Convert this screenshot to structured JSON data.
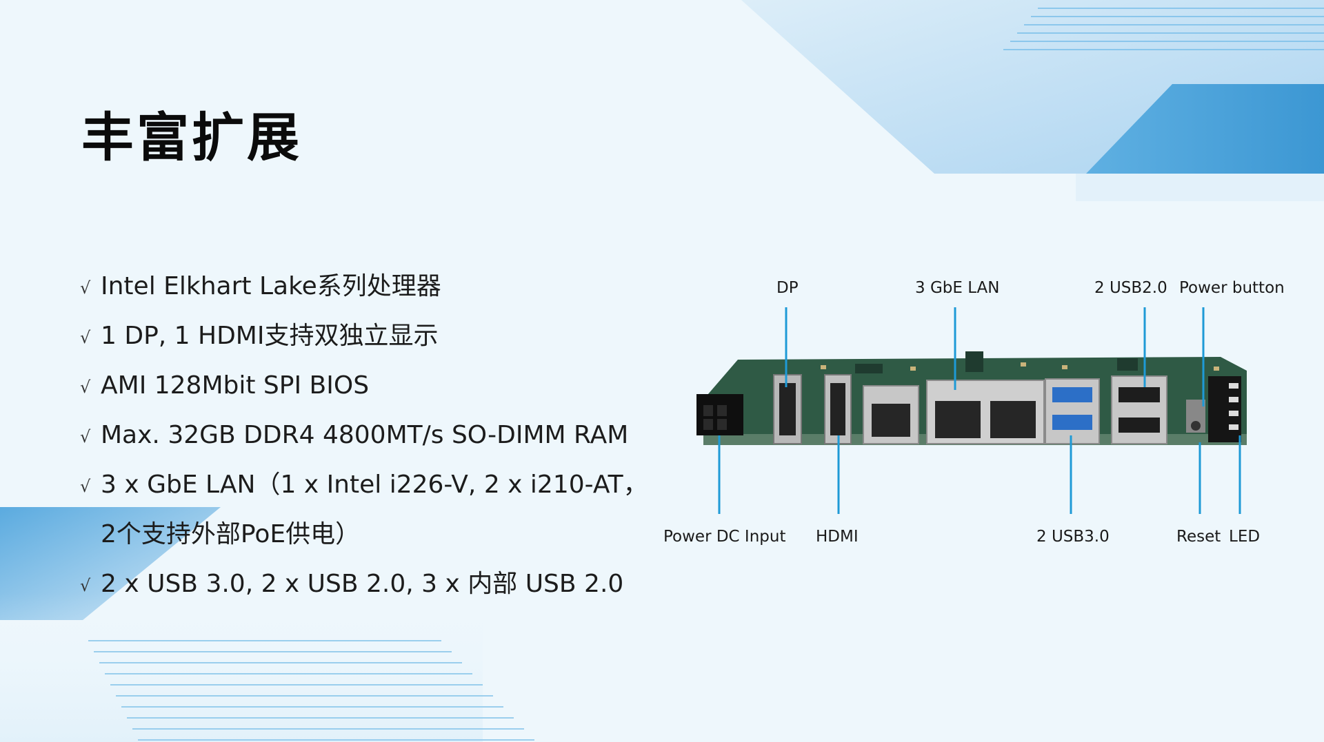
{
  "slide": {
    "title": "丰富扩展",
    "features": [
      {
        "check": "√",
        "text": "Intel Elkhart Lake系列处理器"
      },
      {
        "check": "√",
        "text": "1 DP, 1 HDMI支持双独立显示"
      },
      {
        "check": "√",
        "text": "AMI 128Mbit SPI BIOS"
      },
      {
        "check": "√",
        "text": "Max. 32GB DDR4 4800MT/s SO-DIMM RAM"
      },
      {
        "check": "√",
        "text": "3 x GbE LAN（1 x Intel i226-V, 2 x i210-AT，",
        "cont": "2个支持外部PoE供电）"
      },
      {
        "check": "√",
        "text": "2 x USB 3.0, 2 x USB 2.0, 3 x 内部 USB 2.0"
      }
    ]
  },
  "board": {
    "top_labels": {
      "dp": "DP",
      "lan": "3 GbE LAN",
      "usb2": "2 USB2.0",
      "power_button": "Power button"
    },
    "bottom_labels": {
      "power_dc": "Power DC Input",
      "hdmi": "HDMI",
      "usb3": "2 USB3.0",
      "reset": "Reset",
      "led": "LED"
    },
    "callout_color": "#1e9ad6",
    "pcb_color": "#2f5a45"
  },
  "theme": {
    "background": "#eef7fc",
    "accent_dark": "#3a9ad6",
    "accent_light": "#bfe0f4"
  }
}
